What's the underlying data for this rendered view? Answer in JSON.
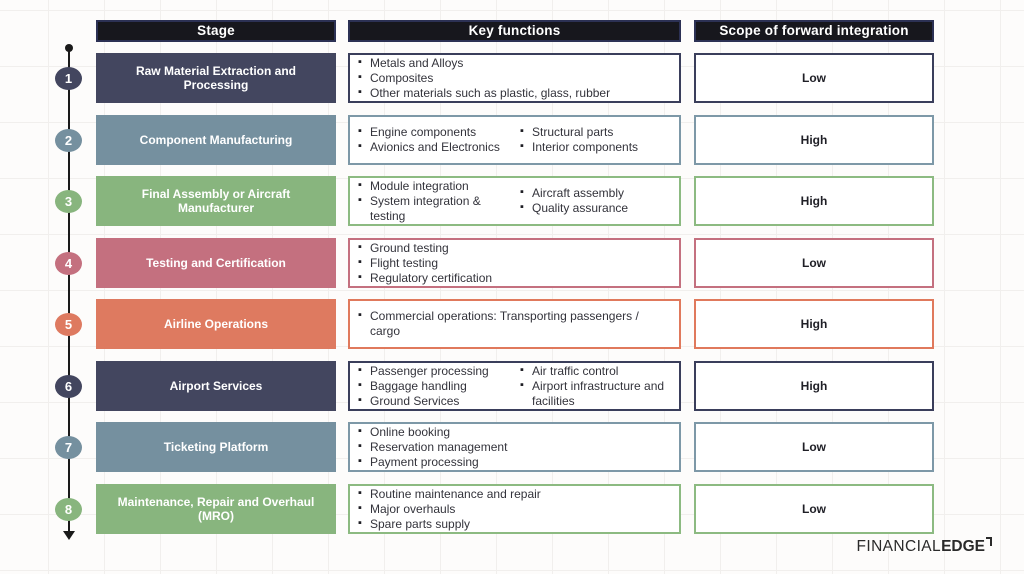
{
  "headers": {
    "stage": "Stage",
    "key_functions": "Key functions",
    "scope": "Scope of forward integration"
  },
  "colors": {
    "navy": "#43465f",
    "navy_border": "#3a3e5b",
    "slate": "#75909f",
    "slate_border": "#7d98a7",
    "green": "#88b57e",
    "green_border": "#8cba81",
    "rose": "#c4707f",
    "rose_border": "#c4707f",
    "salmon": "#de7a60",
    "salmon_border": "#e0795c",
    "header_fill": "#17171d",
    "header_border": "#2c3154",
    "line": "#1a1a1a"
  },
  "rows": [
    {
      "number": "1",
      "color": "navy",
      "stage": "Raw Material Extraction and Processing",
      "functions": [
        [
          "Metals and Alloys",
          "Composites",
          "Other materials such as plastic, glass, rubber"
        ]
      ],
      "scope": "Low"
    },
    {
      "number": "2",
      "color": "slate",
      "stage": "Component Manufacturing",
      "functions": [
        [
          "Engine components",
          "Avionics and Electronics"
        ],
        [
          "Structural parts",
          "Interior components"
        ]
      ],
      "scope": "High"
    },
    {
      "number": "3",
      "color": "green",
      "stage": "Final Assembly or Aircraft Manufacturer",
      "functions": [
        [
          "Module integration",
          "System integration & testing"
        ],
        [
          "Aircraft assembly",
          "Quality assurance"
        ]
      ],
      "scope": "High"
    },
    {
      "number": "4",
      "color": "rose",
      "stage": "Testing and Certification",
      "functions": [
        [
          "Ground testing",
          "Flight testing",
          "Regulatory certification"
        ]
      ],
      "scope": "Low"
    },
    {
      "number": "5",
      "color": "salmon",
      "stage": "Airline Operations",
      "functions": [
        [
          "Commercial operations: Transporting passengers / cargo"
        ]
      ],
      "scope": "High"
    },
    {
      "number": "6",
      "color": "navy",
      "stage": "Airport Services",
      "functions": [
        [
          "Passenger processing",
          "Baggage handling",
          "Ground Services"
        ],
        [
          "Air traffic control",
          "Airport infrastructure and facilities"
        ]
      ],
      "scope": "High"
    },
    {
      "number": "7",
      "color": "slate",
      "stage": "Ticketing Platform",
      "functions": [
        [
          "Online booking",
          "Reservation management",
          "Payment processing"
        ]
      ],
      "scope": "Low"
    },
    {
      "number": "8",
      "color": "green",
      "stage": "Maintenance, Repair and Overhaul (MRO)",
      "functions": [
        [
          "Routine maintenance and repair",
          "Major overhauls",
          "Spare parts supply"
        ]
      ],
      "scope": "Low"
    }
  ],
  "logo": {
    "part1": "FINANCIAL",
    "part2": "EDGE"
  }
}
